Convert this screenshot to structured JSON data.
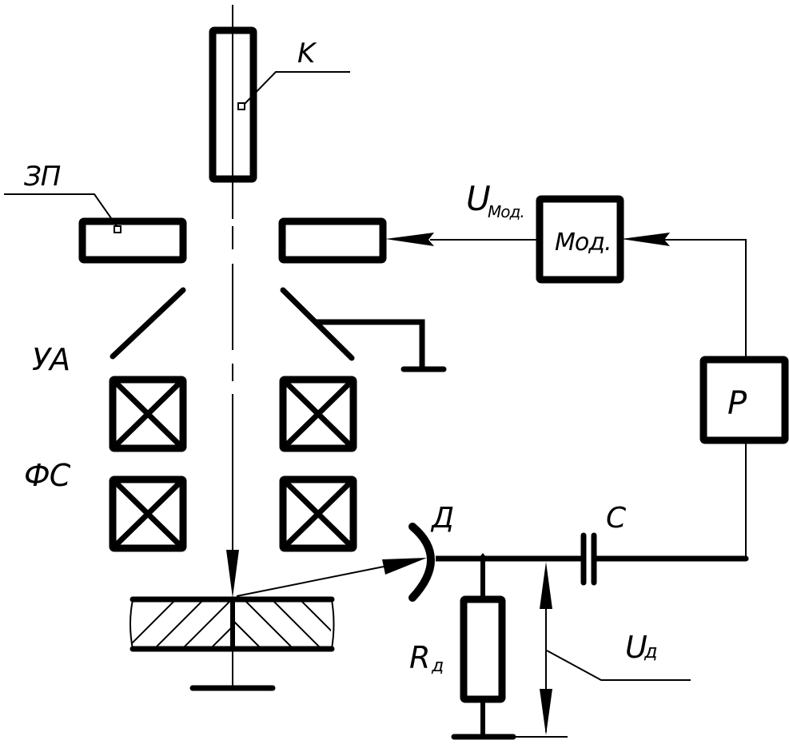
{
  "diagram": {
    "type": "electron-beam installation schematic with modulation feedback loop",
    "colors": {
      "stroke": "#000000",
      "background": "#ffffff"
    },
    "labels": {
      "cathode": "K",
      "control_electrode": "ЗП",
      "modulator_voltage_main": "U",
      "modulator_voltage_sub": "Мод.",
      "modulator_block": "Мод.",
      "accelerating_anode": "УА",
      "focusing_system": "ФС",
      "regulator_block": "Р",
      "detector": "Д",
      "capacitor": "С",
      "resistor_main": "R",
      "resistor_sub": "д",
      "detector_voltage_main": "U",
      "detector_voltage_sub": "д"
    },
    "components": [
      {
        "id": "cathode",
        "label": "K"
      },
      {
        "id": "control-electrode",
        "label": "ЗП"
      },
      {
        "id": "modulator",
        "label": "Мод."
      },
      {
        "id": "accelerating-anode",
        "label": "УА"
      },
      {
        "id": "focusing-system",
        "label": "ФС"
      },
      {
        "id": "workpiece",
        "label": ""
      },
      {
        "id": "detector",
        "label": "Д"
      },
      {
        "id": "detector-resistor",
        "label": "Rд"
      },
      {
        "id": "coupling-capacitor",
        "label": "С"
      },
      {
        "id": "regulator",
        "label": "Р"
      }
    ],
    "connections": [
      {
        "from": "detector",
        "to": "coupling-capacitor"
      },
      {
        "from": "coupling-capacitor",
        "to": "regulator"
      },
      {
        "from": "regulator",
        "to": "modulator"
      },
      {
        "from": "modulator",
        "to": "control-electrode-right",
        "signal": "UМод."
      },
      {
        "from": "accelerating-anode-right",
        "to": "ground"
      },
      {
        "from": "detector-resistor",
        "to": "ground"
      },
      {
        "from": "workpiece",
        "to": "ground"
      }
    ]
  }
}
